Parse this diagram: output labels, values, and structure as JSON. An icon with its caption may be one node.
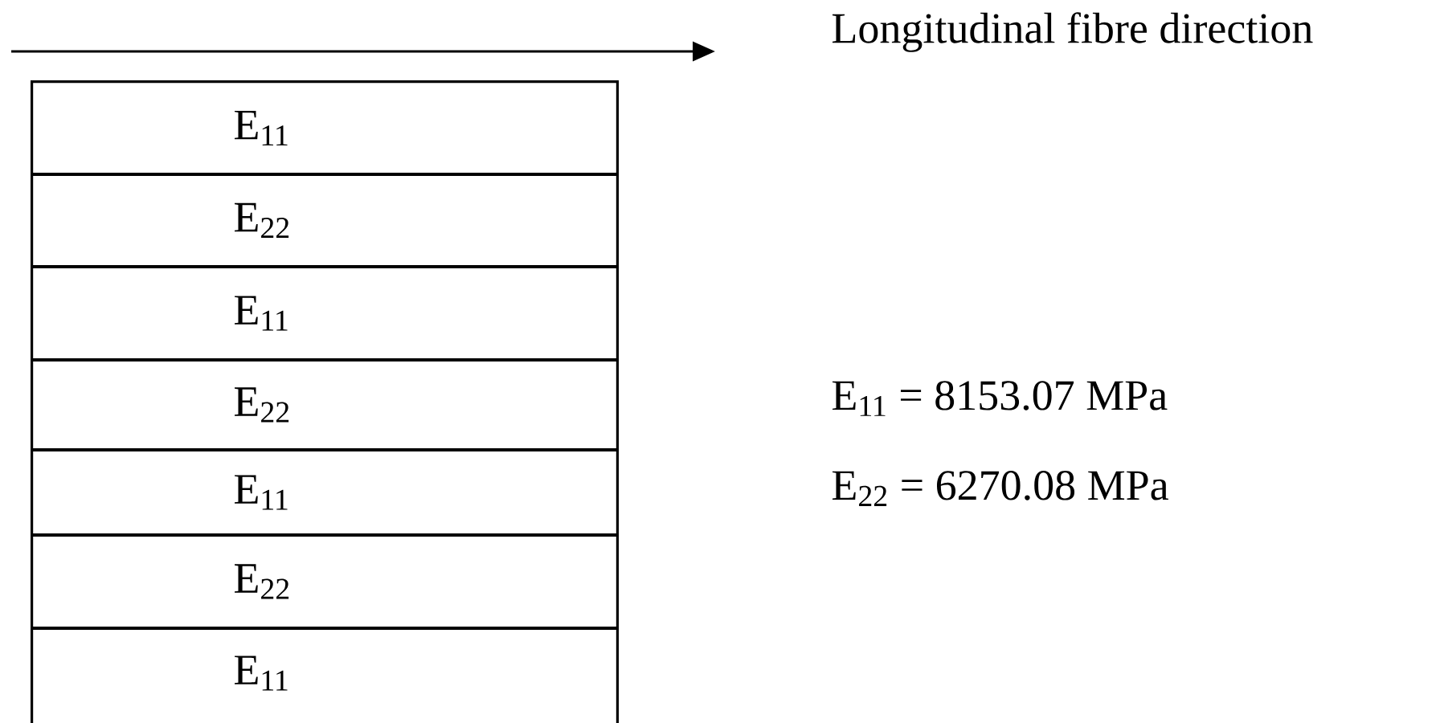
{
  "diagram": {
    "nodes": [
      {
        "text": [
          "E$_{11}$"
        ]
      },
      {
        "text": [
          "E$_{22}$"
        ]
      },
      {
        "text": [
          "E$_{11}$"
        ]
      },
      {
        "text": [
          "E$_{22}$"
        ]
      },
      {
        "text": [
          "E$_{11}$"
        ]
      },
      {
        "text": [
          "E$_{22}$"
        ]
      },
      {
        "text": [
          "E$_{11}$"
        ]
      }
    ],
    "edges": [],
    "labels": [
      "Longitudinal fibre direction",
      "E$_{11}$ = 8153.07 MPa",
      "E$_{22}$ = 6270.08 MPa"
    ]
  }
}
